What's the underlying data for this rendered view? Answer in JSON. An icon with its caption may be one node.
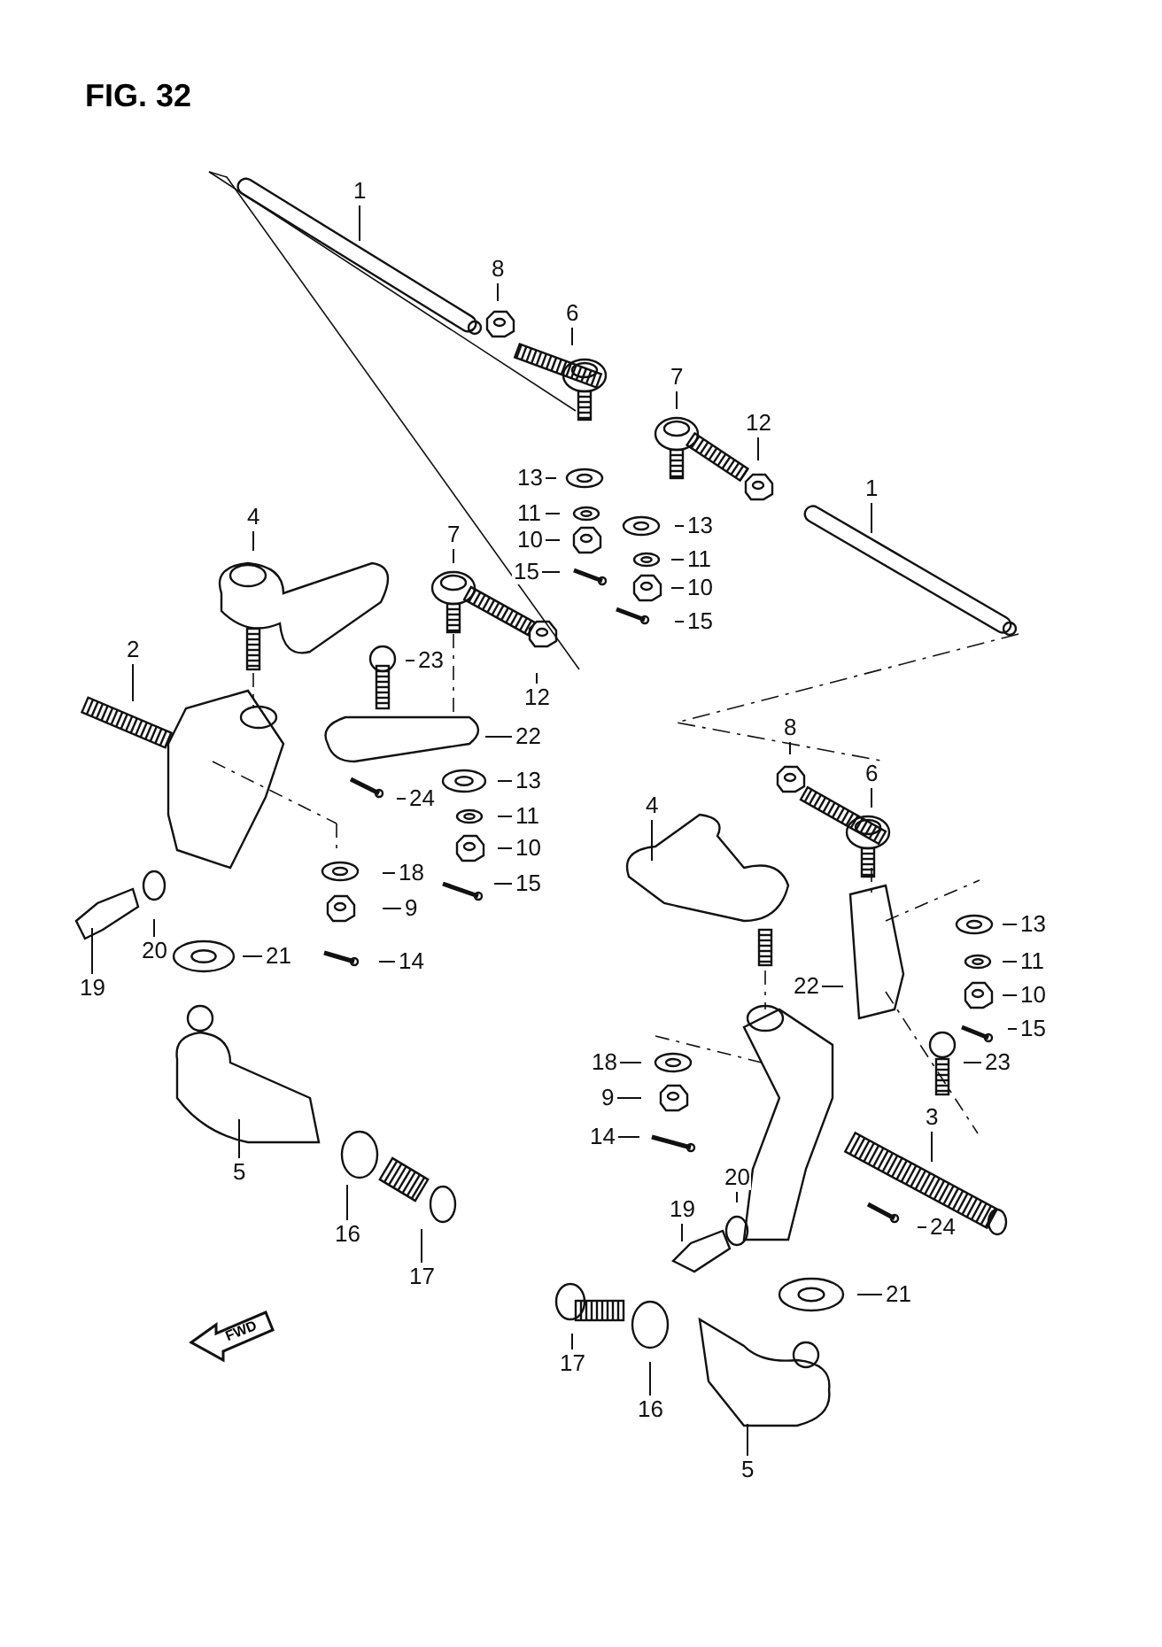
{
  "diagram": {
    "title": "FIG. 32",
    "nodes": [
      {
        "text": [
          "1"
        ]
      },
      {
        "text": [
          "8"
        ]
      },
      {
        "text": [
          "6"
        ]
      },
      {
        "text": [
          "7"
        ]
      },
      {
        "text": [
          "12"
        ]
      },
      {
        "text": [
          "13"
        ]
      },
      {
        "text": [
          "1"
        ]
      },
      {
        "text": [
          "4"
        ]
      },
      {
        "text": [
          "11"
        ]
      },
      {
        "text": [
          "13"
        ]
      },
      {
        "text": [
          "7"
        ]
      },
      {
        "text": [
          "10"
        ]
      },
      {
        "text": [
          "15"
        ]
      },
      {
        "text": [
          "11"
        ]
      },
      {
        "text": [
          "10"
        ]
      },
      {
        "text": [
          "15"
        ]
      },
      {
        "text": [
          "2"
        ]
      },
      {
        "text": [
          "23"
        ]
      },
      {
        "text": [
          "12"
        ]
      },
      {
        "text": [
          "22"
        ]
      },
      {
        "text": [
          "8"
        ]
      },
      {
        "text": [
          "6"
        ]
      },
      {
        "text": [
          "13"
        ]
      },
      {
        "text": [
          "24"
        ]
      },
      {
        "text": [
          "11"
        ]
      },
      {
        "text": [
          "4"
        ]
      },
      {
        "text": [
          "10"
        ]
      },
      {
        "text": [
          "15"
        ]
      },
      {
        "text": [
          "18"
        ]
      },
      {
        "text": [
          "9"
        ]
      },
      {
        "text": [
          "13"
        ]
      },
      {
        "text": [
          "19"
        ]
      },
      {
        "text": [
          "20"
        ]
      },
      {
        "text": [
          "21"
        ]
      },
      {
        "text": [
          "14"
        ]
      },
      {
        "text": [
          "11"
        ]
      },
      {
        "text": [
          "22"
        ]
      },
      {
        "text": [
          "10"
        ]
      },
      {
        "text": [
          "15"
        ]
      },
      {
        "text": [
          "18"
        ]
      },
      {
        "text": [
          "23"
        ]
      },
      {
        "text": [
          "9"
        ]
      },
      {
        "text": [
          "3"
        ]
      },
      {
        "text": [
          "14"
        ]
      },
      {
        "text": [
          "5"
        ]
      },
      {
        "text": [
          "20"
        ]
      },
      {
        "text": [
          "19"
        ]
      },
      {
        "text": [
          "24"
        ]
      },
      {
        "text": [
          "16"
        ]
      },
      {
        "text": [
          "17"
        ]
      },
      {
        "text": [
          "21"
        ]
      },
      {
        "text": [
          "17"
        ]
      },
      {
        "text": [
          "16"
        ]
      },
      {
        "text": [
          "5"
        ]
      }
    ],
    "edges": [
      {
        "from": 0,
        "to": null,
        "arrow": "none"
      },
      {
        "from": 1,
        "to": null,
        "arrow": "none"
      },
      {
        "from": 2,
        "to": null,
        "arrow": "none"
      },
      {
        "from": 3,
        "to": null,
        "arrow": "none"
      },
      {
        "from": 4,
        "to": null,
        "arrow": "none"
      },
      {
        "from": 5,
        "to": null,
        "arrow": "none"
      },
      {
        "from": 6,
        "to": null,
        "arrow": "none"
      },
      {
        "from": 7,
        "to": null,
        "arrow": "none"
      },
      {
        "from": 8,
        "to": null,
        "arrow": "none"
      },
      {
        "from": 9,
        "to": null,
        "arrow": "none"
      },
      {
        "from": 10,
        "to": null,
        "arrow": "none"
      },
      {
        "from": 11,
        "to": null,
        "arrow": "none"
      },
      {
        "from": 12,
        "to": null,
        "arrow": "none"
      },
      {
        "from": 13,
        "to": null,
        "arrow": "none"
      },
      {
        "from": 14,
        "to": null,
        "arrow": "none"
      },
      {
        "from": 15,
        "to": null,
        "arrow": "none"
      },
      {
        "from": 16,
        "to": null,
        "arrow": "none"
      },
      {
        "from": 17,
        "to": null,
        "arrow": "none"
      },
      {
        "from": 18,
        "to": null,
        "arrow": "none"
      },
      {
        "from": 19,
        "to": null,
        "arrow": "none"
      },
      {
        "from": 20,
        "to": null,
        "arrow": "none"
      },
      {
        "from": 21,
        "to": null,
        "arrow": "none"
      },
      {
        "from": 22,
        "to": null,
        "arrow": "none"
      },
      {
        "from": 23,
        "to": null,
        "arrow": "none"
      },
      {
        "from": 24,
        "to": null,
        "arrow": "none"
      },
      {
        "from": 25,
        "to": null,
        "arrow": "none"
      },
      {
        "from": 26,
        "to": null,
        "arrow": "none"
      },
      {
        "from": 27,
        "to": null,
        "arrow": "none"
      },
      {
        "from": 28,
        "to": null,
        "arrow": "none"
      },
      {
        "from": 29,
        "to": null,
        "arrow": "none"
      },
      {
        "from": 30,
        "to": null,
        "arrow": "none"
      },
      {
        "from": 31,
        "to": null,
        "arrow": "none"
      },
      {
        "from": 32,
        "to": null,
        "arrow": "none"
      },
      {
        "from": 33,
        "to": null,
        "arrow": "none"
      },
      {
        "from": 34,
        "to": null,
        "arrow": "none"
      },
      {
        "from": 35,
        "to": null,
        "arrow": "none"
      },
      {
        "from": 36,
        "to": null,
        "arrow": "none"
      },
      {
        "from": 37,
        "to": null,
        "arrow": "none"
      },
      {
        "from": 38,
        "to": null,
        "arrow": "none"
      },
      {
        "from": 39,
        "to": null,
        "arrow": "none"
      },
      {
        "from": 40,
        "to": null,
        "arrow": "none"
      },
      {
        "from": 41,
        "to": null,
        "arrow": "none"
      },
      {
        "from": 42,
        "to": null,
        "arrow": "none"
      },
      {
        "from": 43,
        "to": null,
        "arrow": "none"
      },
      {
        "from": 44,
        "to": null,
        "arrow": "none"
      },
      {
        "from": 45,
        "to": null,
        "arrow": "none"
      },
      {
        "from": 46,
        "to": null,
        "arrow": "none"
      },
      {
        "from": 47,
        "to": null,
        "arrow": "none"
      },
      {
        "from": 48,
        "to": null,
        "arrow": "none"
      },
      {
        "from": 49,
        "to": null,
        "arrow": "none"
      },
      {
        "from": 50,
        "to": null,
        "arrow": "none"
      },
      {
        "from": 51,
        "to": null,
        "arrow": "none"
      },
      {
        "from": 52,
        "to": null,
        "arrow": "none"
      },
      {
        "from": 53,
        "to": null,
        "arrow": "none"
      }
    ],
    "labels": [
      "FWD"
    ]
  }
}
